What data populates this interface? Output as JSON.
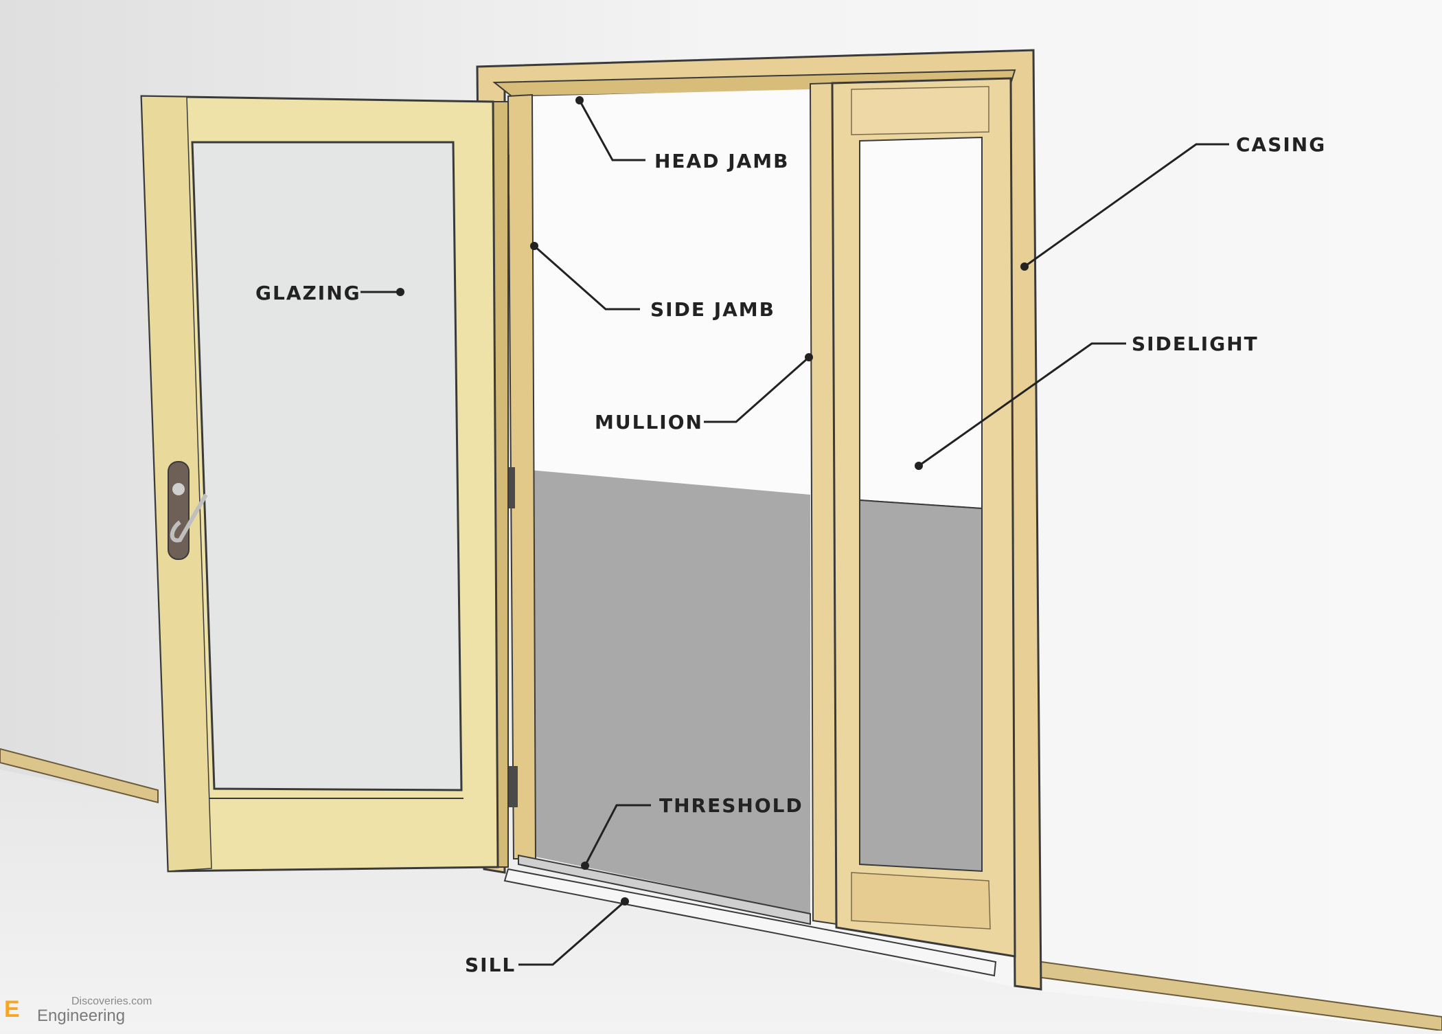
{
  "labels": {
    "head_jamb": "HEAD JAMB",
    "casing": "CASING",
    "glazing": "GLAZING",
    "side_jamb": "SIDE JAMB",
    "sidelight": "SIDELIGHT",
    "mullion": "MULLION",
    "threshold": "THRESHOLD",
    "sill": "SILL"
  },
  "watermark": {
    "line1": "Discoveries.com",
    "line2": "Engineering"
  },
  "colors": {
    "wall": "#f2f2f2",
    "wood": "#efe2a8",
    "wood_dark": "#d9c07a",
    "casing_wood": "#e7cf95",
    "glass": "#e3e6e4",
    "exterior_floor": "#a9a9a9",
    "outline": "#3a3a3a",
    "label_text": "#222222"
  }
}
